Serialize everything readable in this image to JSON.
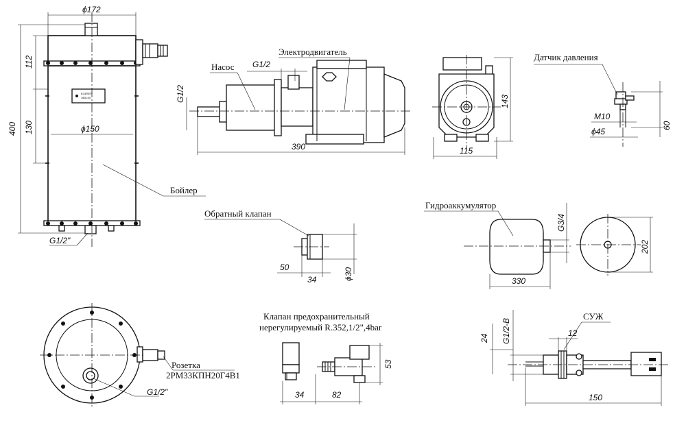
{
  "labels": {
    "pump": "Насос",
    "motor": "Электродвигатель",
    "pressure_sensor": "Датчик давления",
    "boiler": "Бойлер",
    "check_valve": "Обратный клапан",
    "accumulator": "Гидроаккумулятор",
    "safety_valve_line1": "Клапан предохранительный",
    "safety_valve_line2": "нерегулируемый R.352,1/2\",4bar",
    "socket_line1": "Розетка",
    "socket_line2": "2РМ33КПН20Г4В1",
    "suzh": "СУЖ",
    "boiler_plate_line1": "БОЙЛЕР",
    "boiler_plate_line2": "ЭБВ-50"
  },
  "dims": {
    "boiler_d172": "ϕ172",
    "boiler_h400": "400",
    "boiler_h112": "112",
    "boiler_h130": "130",
    "boiler_d150": "ϕ150",
    "boiler_port": "G1/2\"",
    "pump_g12_top": "G1/2",
    "pump_g12_left": "G1/2",
    "pump_len390": "390",
    "motor_h143": "143",
    "motor_w115": "115",
    "sensor_m10": "M10",
    "sensor_d45": "ϕ45",
    "sensor_h60": "60",
    "check_len50": "50",
    "check_len34": "34",
    "check_d30": "ϕ30",
    "accum_g34": "G3/4",
    "accum_len330": "330",
    "accum_d202": "202",
    "valve_len34": "34",
    "valve_len82": "82",
    "valve_h53": "53",
    "flange_g12": "G1/2\"",
    "suzh_g12b": "G1/2-B",
    "suzh_24": "24",
    "suzh_12": "12",
    "suzh_150": "150"
  }
}
